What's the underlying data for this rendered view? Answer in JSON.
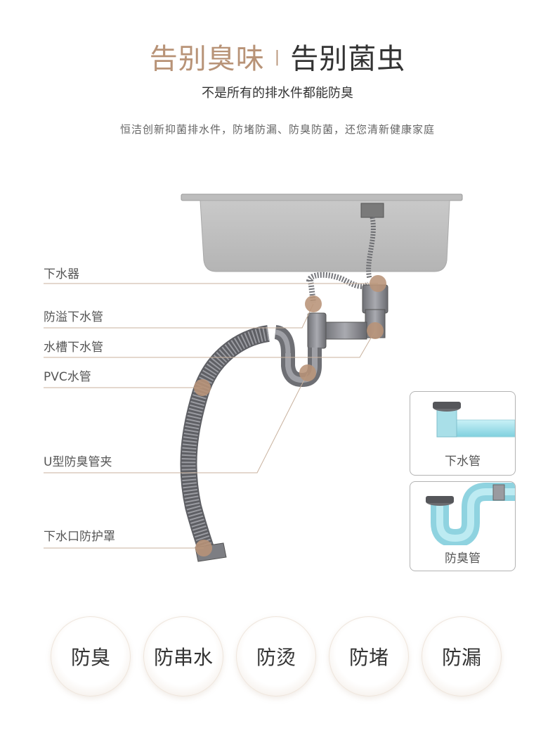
{
  "header": {
    "title_accent": "告别臭味",
    "title_dark": "告别菌虫",
    "subtitle": "不是所有的排水件都能防臭",
    "description": "恒洁创新抑菌排水件，防堵防漏、防臭防菌，还您清新健康家庭"
  },
  "labels": [
    {
      "text": "下水器"
    },
    {
      "text": "防溢下水管"
    },
    {
      "text": "水槽下水管"
    },
    {
      "text": "PVC水管"
    },
    {
      "text": "U型防臭管夹"
    },
    {
      "text": "下水口防护罩"
    }
  ],
  "insets": {
    "drain_pipe": "下水管",
    "odor_pipe": "防臭管"
  },
  "features": [
    "防臭",
    "防串水",
    "防烫",
    "防堵",
    "防漏"
  ],
  "colors": {
    "accent": "#b89377",
    "marker": "#b89377",
    "text_dark": "#333333",
    "text_mid": "#555555"
  }
}
